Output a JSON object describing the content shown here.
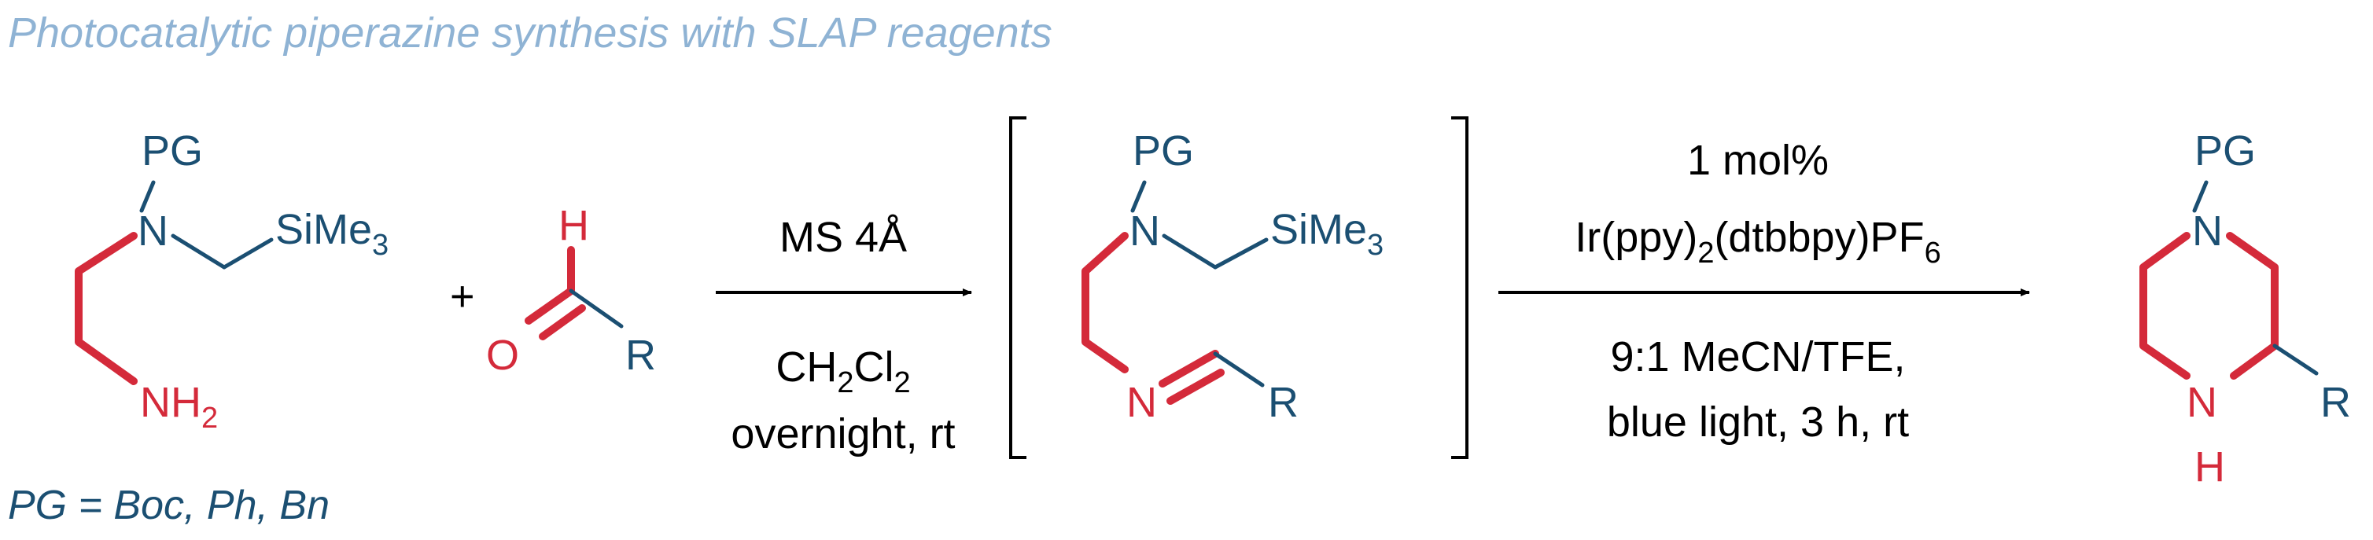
{
  "title": "Photocatalytic piperazine synthesis with SLAP reagents",
  "atoms": {
    "pg": "PG",
    "n": "N",
    "si_main": "SiMe",
    "si_sub": "3",
    "nh_main": "NH",
    "nh_sub": "2",
    "h": "H",
    "o": "O",
    "r": "R",
    "plus": "+"
  },
  "step1": {
    "above": "MS 4Å",
    "below_line1_main": "CH",
    "below_line1_sub": "2",
    "below_line1_tail": "Cl",
    "below_line1_sub2": "2",
    "below_line2": "overnight, rt"
  },
  "step2": {
    "above_line1": "1 mol%",
    "above_line2_a": "Ir(ppy)",
    "above_line2_sub1": "2",
    "above_line2_b": "(dtbbpy)PF",
    "above_line2_sub2": "6",
    "below_line1": "9:1 MeCN/TFE,",
    "below_line2": "blue light, 3 h, rt"
  },
  "pg_note": "PG = Boc, Ph, Bn",
  "colors": {
    "blue": "#1b4f72",
    "red": "#d42a3a",
    "title": "#8fb3d4"
  }
}
